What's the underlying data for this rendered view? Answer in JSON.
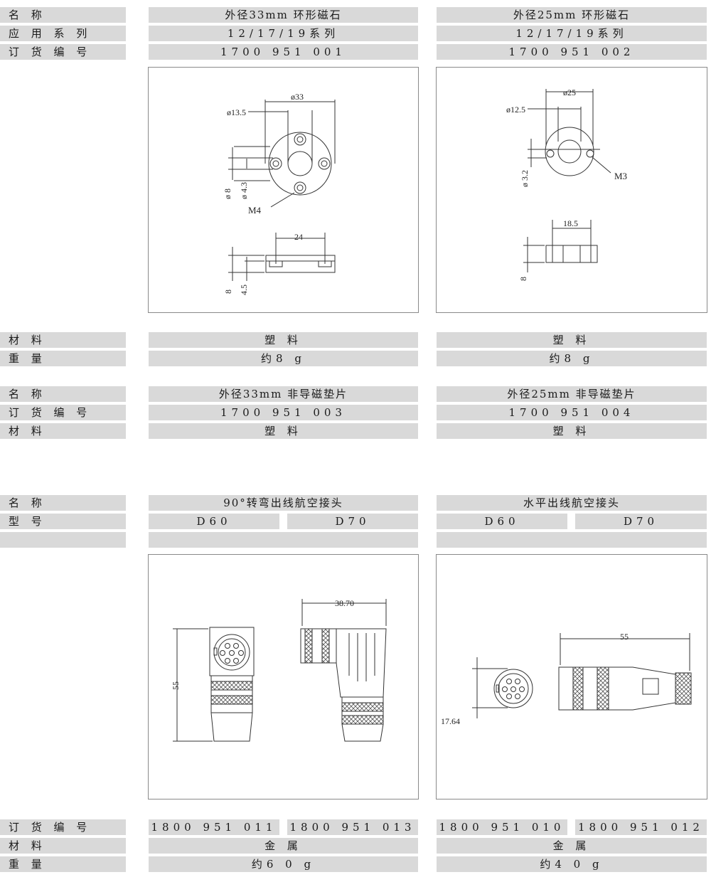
{
  "section1": {
    "labels": {
      "name": "名 称",
      "series": "应 用 系 列",
      "order": "订 货 编 号",
      "material": "材 料",
      "weight": "重 量"
    },
    "col1": {
      "name": "外径33mm 环形磁石",
      "series": "12/17/19系列",
      "order": "1700 951 001",
      "material": "塑 料",
      "weight": "约8 g"
    },
    "col2": {
      "name": "外径25mm 环形磁石",
      "series": "12/17/19系列",
      "order": "1700 951 002",
      "material": "塑 料",
      "weight": "约8 g"
    },
    "drawing1": {
      "d_outer": "ø33",
      "d_inner": "ø13.5",
      "d8": "ø 8",
      "d43": "ø 4.3",
      "thread": "M4",
      "width": "24",
      "h_total": "8",
      "h_step": "4.5"
    },
    "drawing2": {
      "d_outer": "ø25",
      "d_inner": "ø12.5",
      "d32": "ø 3.2",
      "thread": "M3",
      "width": "18.5",
      "h_total": "8"
    }
  },
  "section2": {
    "labels": {
      "name": "名 称",
      "order": "订 货 编 号",
      "material": "材 料"
    },
    "col1": {
      "name": "外径33mm 非导磁垫片",
      "order": "1700 951 003",
      "material": "塑 料"
    },
    "col2": {
      "name": "外径25mm 非导磁垫片",
      "order": "1700 951 004",
      "material": "塑 料"
    }
  },
  "section3": {
    "labels": {
      "name": "名 称",
      "model": "型 号",
      "order": "订 货 编 号",
      "material": "材 料",
      "weight": "重 量"
    },
    "col1": {
      "name": "90°转弯出线航空接头",
      "model_a": "D60",
      "model_b": "D70",
      "order_a": "1800 951 011",
      "order_b": "1800 951 013",
      "material": "金 属",
      "weight": "约6 0 g"
    },
    "col2": {
      "name": "水平出线航空接头",
      "model_a": "D60",
      "model_b": "D70",
      "order_a": "1800 951 010",
      "order_b": "1800 951 012",
      "material": "金 属",
      "weight": "约4 0 g"
    },
    "drawing3": {
      "height": "55",
      "width": "38.70"
    },
    "drawing4": {
      "length": "55",
      "dia": "17.64"
    }
  }
}
